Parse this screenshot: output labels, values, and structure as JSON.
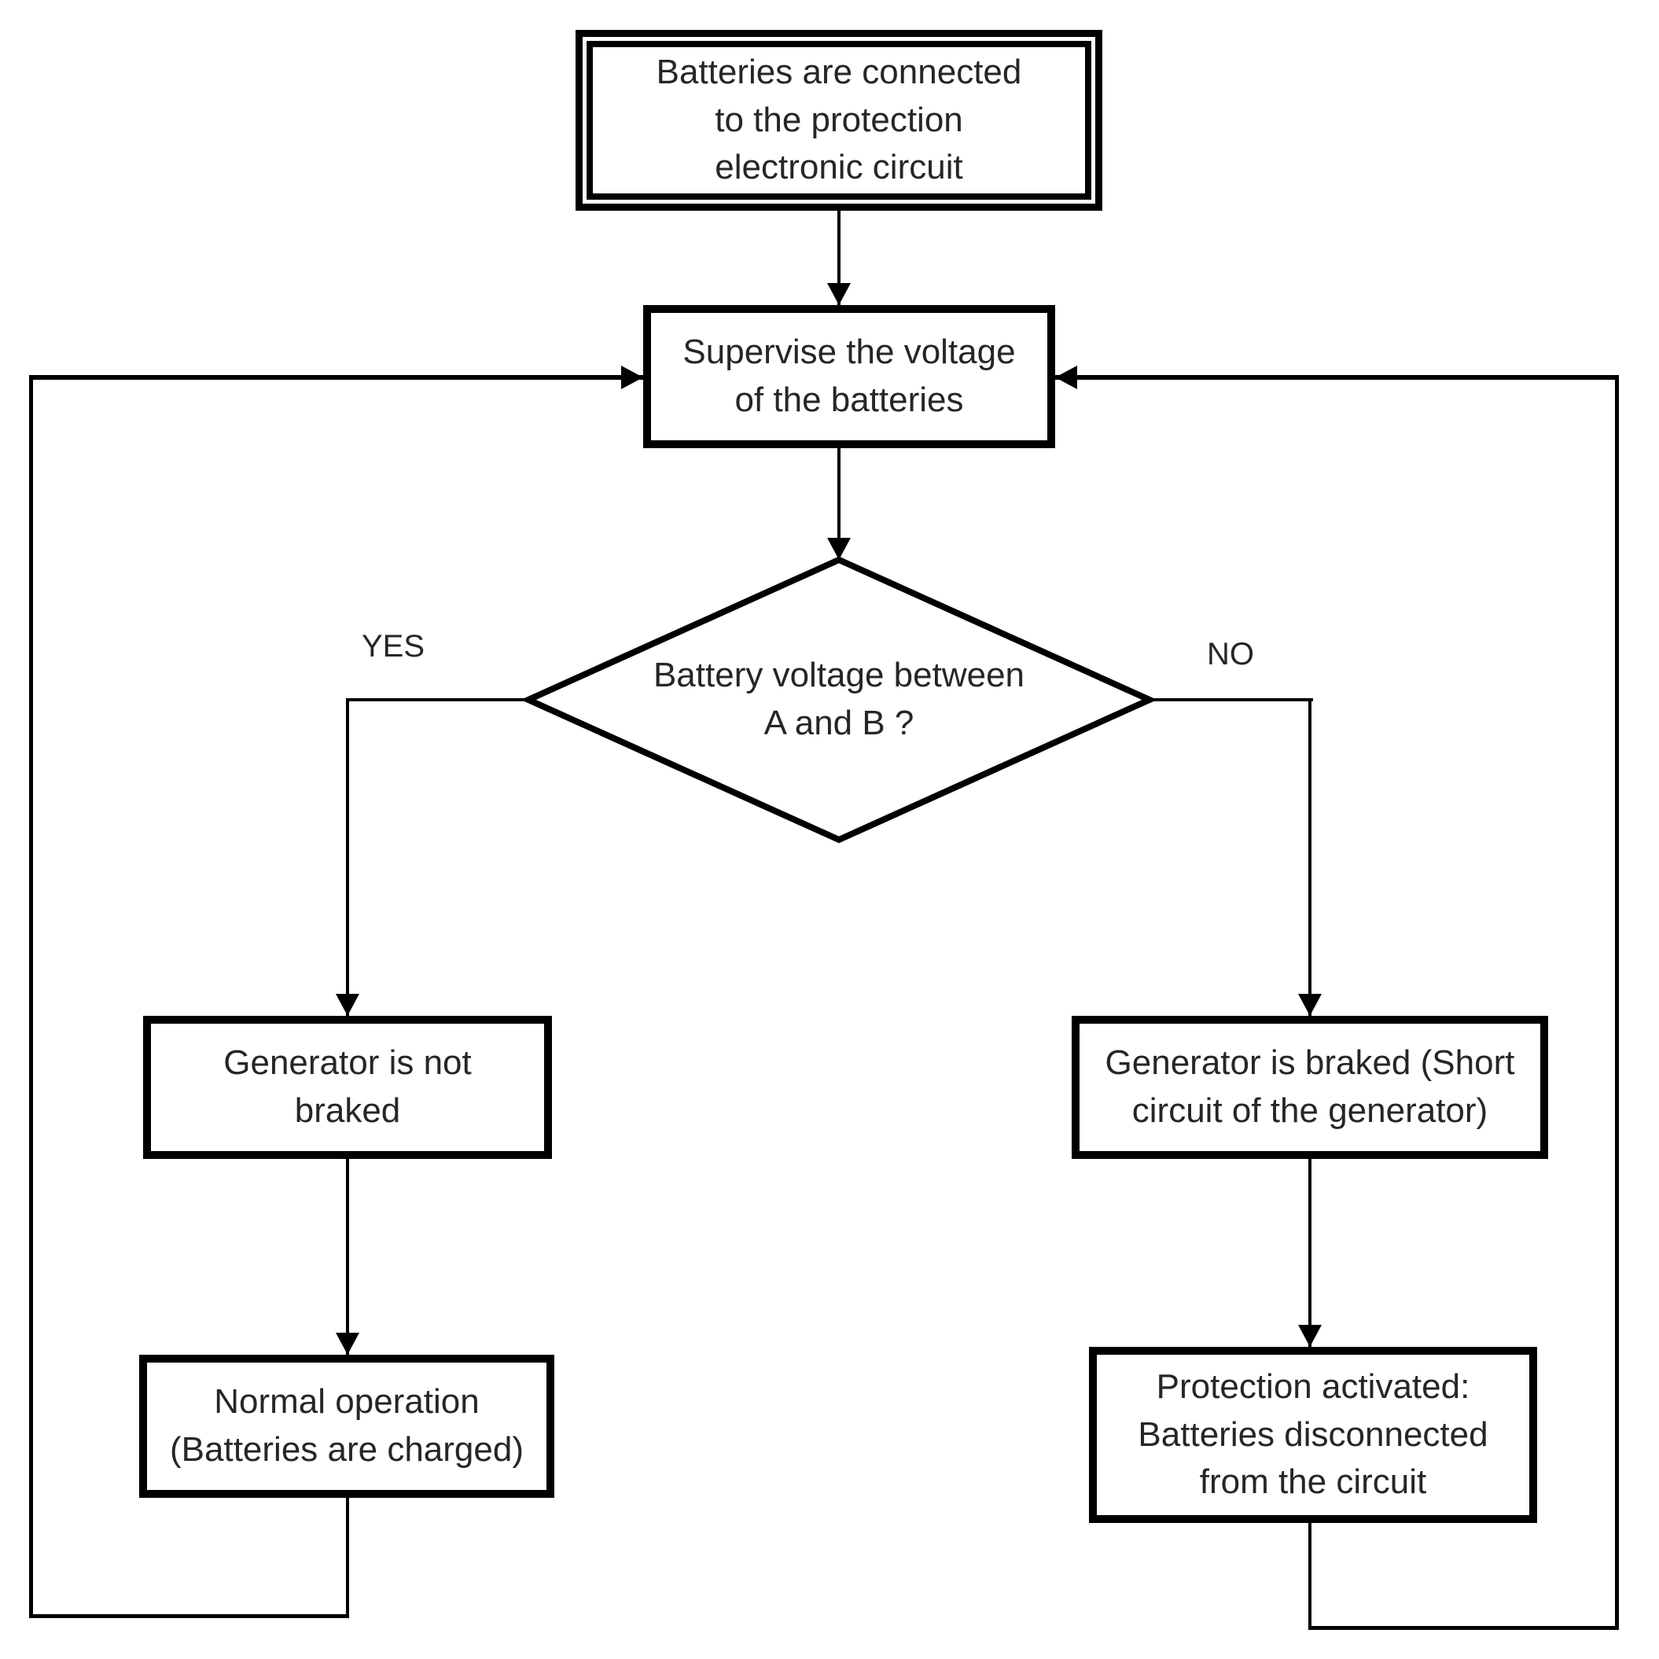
{
  "diagram": {
    "type": "flowchart",
    "colors": {
      "background": "#ffffff",
      "line": "#000000",
      "text": "#262626"
    },
    "nodes": {
      "start": {
        "label": "Batteries are connected\nto the protection\nelectronic circuit"
      },
      "supervise": {
        "label": "Supervise the voltage\nof the batteries"
      },
      "decision": {
        "label": "Battery voltage between\nA and B ?"
      },
      "generator_not_braked": {
        "label": "Generator is not\nbraked"
      },
      "normal_operation": {
        "label": "Normal operation\n(Batteries are charged)"
      },
      "generator_braked": {
        "label": "Generator is braked (Short\ncircuit of the generator)"
      },
      "protection_activated": {
        "label": "Protection activated:\nBatteries disconnected\nfrom the circuit"
      }
    },
    "edges": {
      "yes_label": "YES",
      "no_label": "NO"
    }
  }
}
